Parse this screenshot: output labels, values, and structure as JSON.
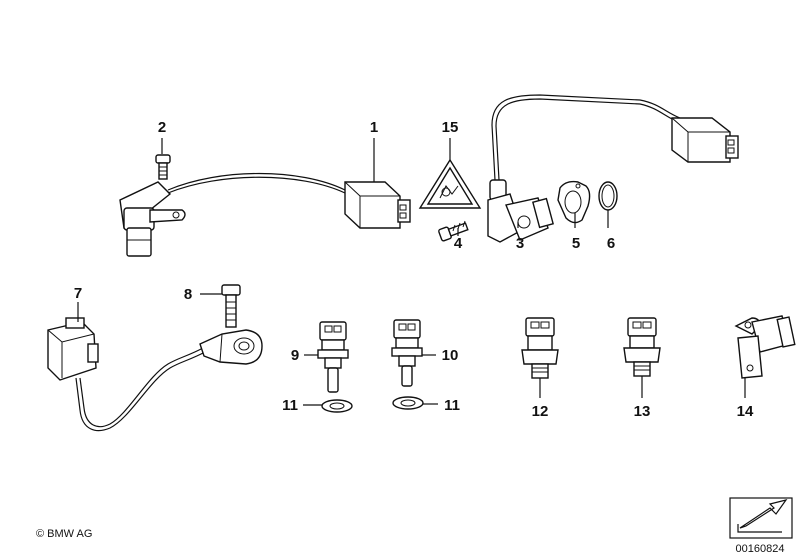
{
  "labels": {
    "p1": "1",
    "p2": "2",
    "p3": "3",
    "p4": "4",
    "p5": "5",
    "p6": "6",
    "p7": "7",
    "p8": "8",
    "p9": "9",
    "p10": "10",
    "p11a": "11",
    "p11b": "11",
    "p12": "12",
    "p13": "13",
    "p14": "14",
    "p15": "15"
  },
  "footer": {
    "copyright": "© BMW AG",
    "doc_number": "00160824"
  }
}
